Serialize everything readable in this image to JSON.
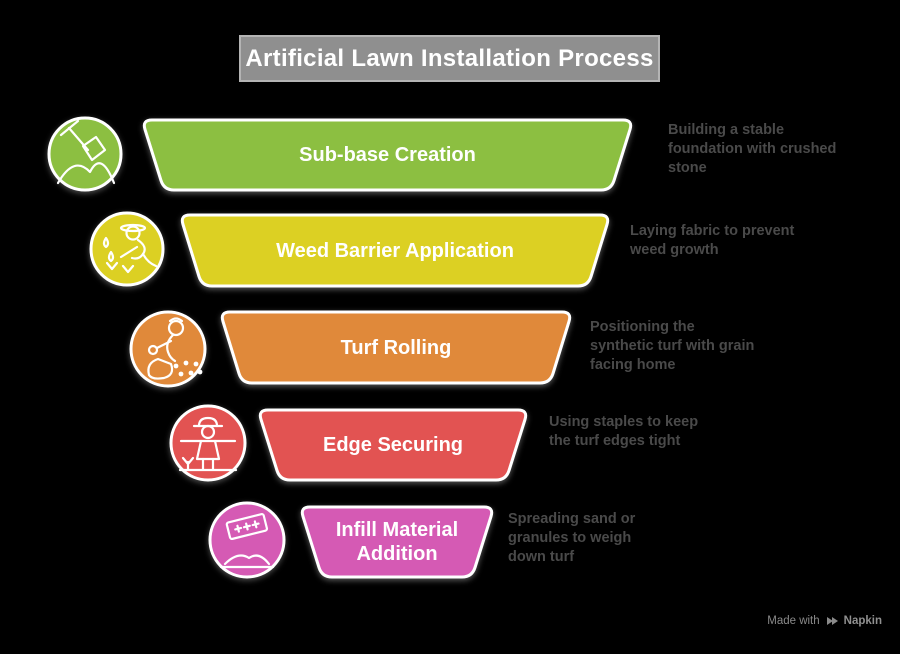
{
  "title": "Artificial Lawn Installation Process",
  "background_color": "#000000",
  "title_box": {
    "bg": "#8F8F8F",
    "border": "#B4B4B4",
    "text_color": "#FFFFFF"
  },
  "description_text_color": "#4A4A4A",
  "steps": [
    {
      "label": "Sub-base Creation",
      "description": "Building a stable foundation with crushed stone",
      "color": "#8CBF41",
      "icon": "shovel-in-gravel-icon"
    },
    {
      "label": "Weed Barrier Application",
      "description": "Laying fabric to prevent weed growth",
      "color": "#DCD023",
      "icon": "person-weeding-icon"
    },
    {
      "label": "Turf Rolling",
      "description": "Positioning the synthetic turf with grain facing home",
      "color": "#E0893A",
      "icon": "person-spreading-seed-icon"
    },
    {
      "label": "Edge Securing",
      "description": "Using staples to keep the turf edges tight",
      "color": "#E25352",
      "icon": "scarecrow-icon"
    },
    {
      "label": "Infill Material Addition",
      "description": "Spreading sand or granules to weigh down turf",
      "color": "#D55AB4",
      "icon": "razor-blade-over-sand-icon"
    }
  ],
  "footer": {
    "made_with": "Made with",
    "brand": "Napkin",
    "color": "#8A8A8A"
  }
}
